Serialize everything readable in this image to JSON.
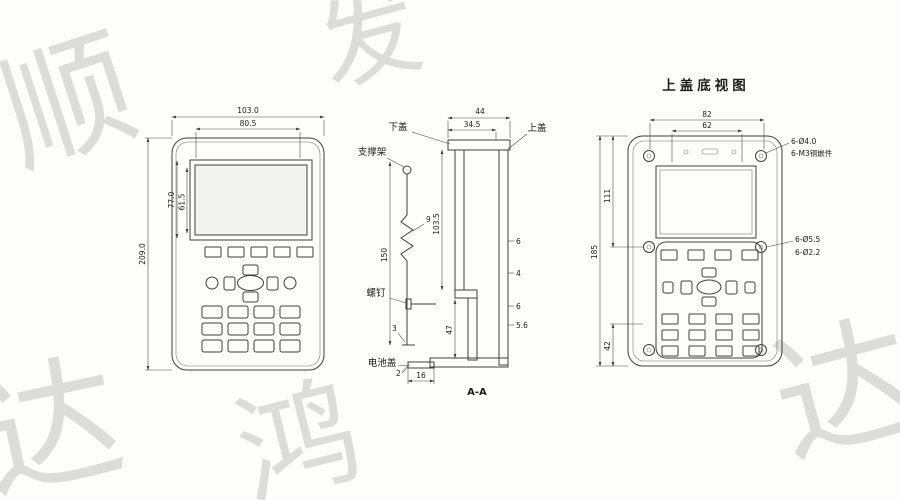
{
  "watermark": {
    "chars": [
      "顺",
      "达",
      "发",
      "鸿",
      "达"
    ]
  },
  "front": {
    "dims": {
      "width_outer": "103.0",
      "width_inner": "80.5",
      "screen_h_outer": "77.0",
      "screen_h_inner": "61.5",
      "height_overall": "209.0"
    }
  },
  "section": {
    "labels": {
      "lower_cover": "下盖",
      "upper_cover": "上盖",
      "support_bracket": "支撑架",
      "screw": "螺钉",
      "battery_cover": "电池盖",
      "section_name": "A-A"
    },
    "dims": {
      "d44": "44",
      "d34_5": "34.5",
      "d103_5": "103.5",
      "d150": "150",
      "d9": "9",
      "d3": "3",
      "d47": "47",
      "d2": "2",
      "d16": "16",
      "d6a": "6",
      "d4": "4",
      "d6b": "6",
      "d5_6": "5.6"
    }
  },
  "top_cover": {
    "title": "上盖底视图",
    "dims": {
      "d82": "82",
      "d62": "62",
      "d185": "185",
      "d111": "111",
      "d42": "42"
    },
    "callouts": {
      "holes_top": "6-Ø4.0",
      "inserts": "6-M3铜嵌件",
      "bosses": "6-Ø5.5",
      "pilot": "6-Ø2.2"
    }
  }
}
